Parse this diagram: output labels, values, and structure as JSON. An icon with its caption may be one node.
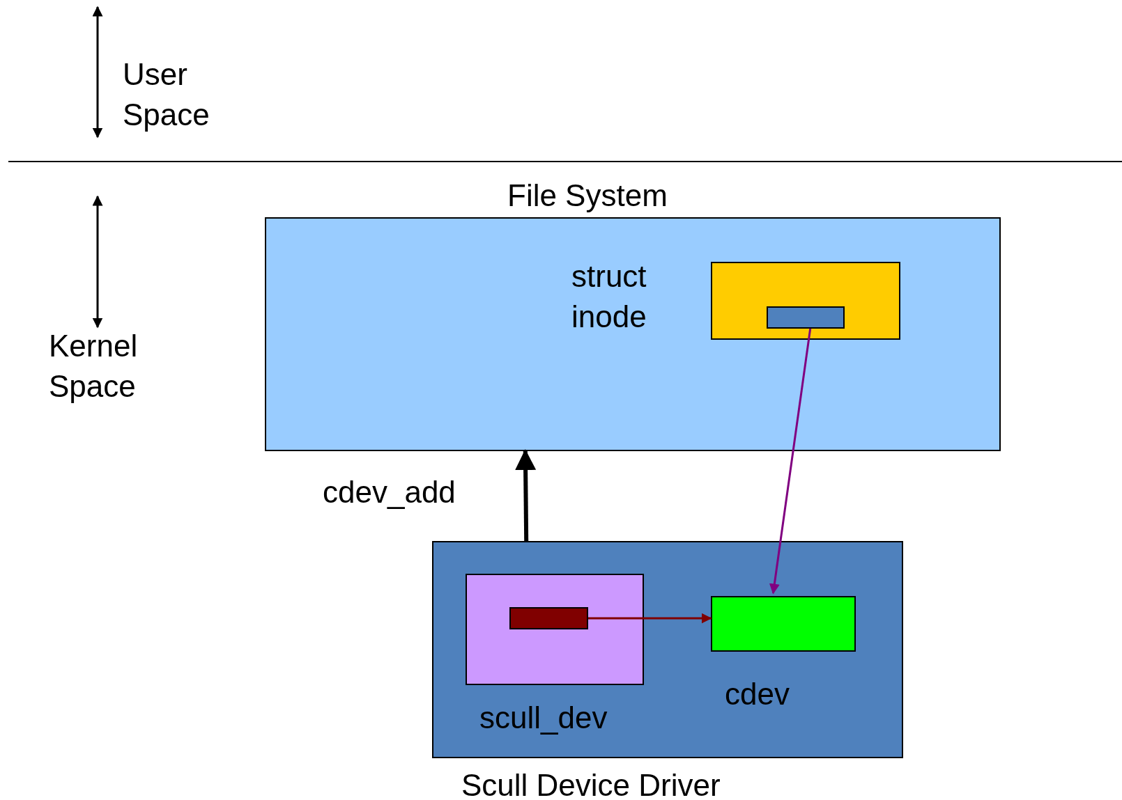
{
  "diagram": {
    "nodes": [
      {
        "text": [
          "File System"
        ]
      },
      {
        "text": [
          "struct inode"
        ],
        "in": 0
      },
      {
        "text": [],
        "shape": "box",
        "in": 1
      },
      {
        "text": [
          "Scull Device Driver"
        ]
      },
      {
        "text": [
          "scull_dev"
        ],
        "in": 3
      },
      {
        "text": [],
        "shape": "box",
        "in": 4
      },
      {
        "text": [
          "cdev"
        ],
        "in": 3
      }
    ],
    "edges": [
      {
        "from": 3,
        "to": 0,
        "arrow": "to",
        "label": "cdev_add",
        "style": "thick"
      },
      {
        "from": 2,
        "to": 6,
        "arrow": "to",
        "color": "#800080"
      },
      {
        "from": 5,
        "to": 6,
        "arrow": "to",
        "color": "#800000"
      }
    ],
    "labels": [
      "User Space",
      "Kernel Space"
    ]
  }
}
